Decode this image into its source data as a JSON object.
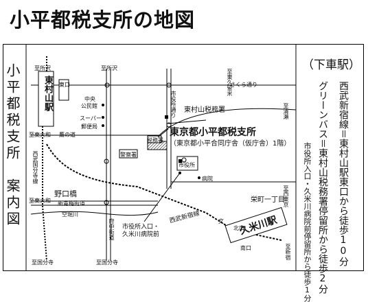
{
  "title": "小平都税支所の地図",
  "side_title": "小平都税支所　案内図",
  "legend": {
    "heading": "（下車駅）",
    "seibu": "西武新宿線＝東村山駅東口から徒歩10分",
    "bus": "グリーンバス＝東村山税務署停留所から徒歩2分",
    "bus2": "市役所入口・久米川病院前停留所から徒歩1分"
  },
  "map": {
    "office_name": "東京都小平都税支所",
    "office_sub": "（東京都小平合同庁舎（仮庁舎）1階）",
    "tax_office": "東村山税務署",
    "station_higashi": "東村山駅",
    "station_kume": "久米川駅",
    "line_label": "西武新宿線",
    "nogutibashi": "野口橋",
    "sakaecho": "栄町一丁目",
    "stop_label_1": "市役所入口・",
    "stop_label_2": "久米川病院前",
    "to_tokorozawa_1": "至所沢",
    "to_tokorozawa_2": "至所沢",
    "to_higashiyamato_1": "至東大和",
    "to_higashiyamato_2": "至東大和",
    "to_kokubunji_1": "至国分寺",
    "to_kokubunji_2": "至国分寺",
    "to_kiyose": "至清瀬",
    "to_nishitokyo": "至西東京",
    "to_higashikurume": "至東久留米",
    "to_shinjuku": "至新宿",
    "seibu_kokubunji_line": "西武国分寺線",
    "shiyakusho_dori": "市役所通り",
    "sakura_dori": "さくら通り",
    "takanomichi": "鷹の道",
    "shinseigaido": "新青梅街道",
    "fuchu_kaido": "府中街道",
    "sora_bori": "空堀川",
    "higashi_label": "東口",
    "kitaguchi": "北口",
    "minamiguchi": "南口",
    "chuo_park_1": "中央",
    "chuo_park_2": "公民館",
    "supermarket": "スーパー",
    "post_office": "郵便局",
    "tax_office_short": "税務署",
    "police": "警察署",
    "city_hall": "市役所",
    "hospital": "病院",
    "bunka": "文"
  }
}
